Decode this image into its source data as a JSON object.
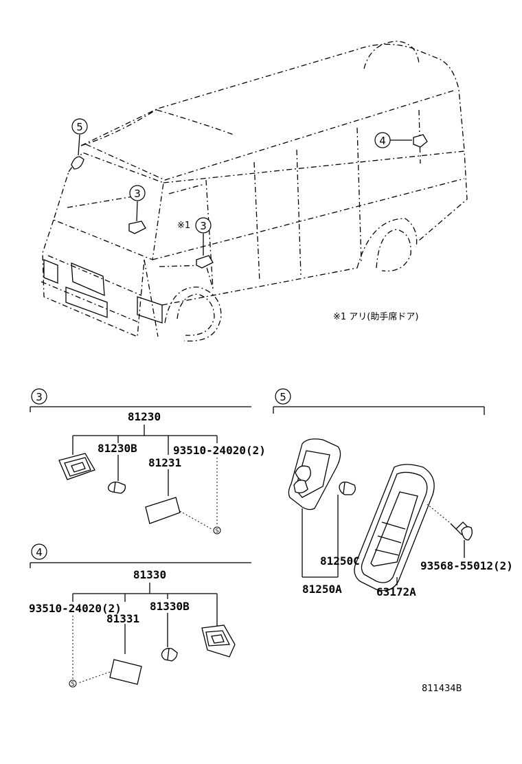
{
  "vehicle": {
    "callout_5": "5",
    "callout_3_front": "3",
    "callout_3_door": "3",
    "callout_3_door_prefix": "※1",
    "callout_4": "4",
    "note": "※1 アリ(助手席ドア)"
  },
  "section3": {
    "callout": "3",
    "assembly": "81230",
    "bulb": "81230B",
    "lens": "81231",
    "screw": "93510-24020(2)",
    "screw_mark": "S"
  },
  "section4": {
    "callout": "4",
    "assembly": "81330",
    "screw": "93510-24020(2)",
    "bulb": "81330B",
    "lens": "81331",
    "screw_mark": "S"
  },
  "section5": {
    "callout": "5",
    "housing": "81250A",
    "bulb": "81250C",
    "bezel": "63172A",
    "screw": "93568-55012(2)"
  },
  "figure_code": "811434B"
}
